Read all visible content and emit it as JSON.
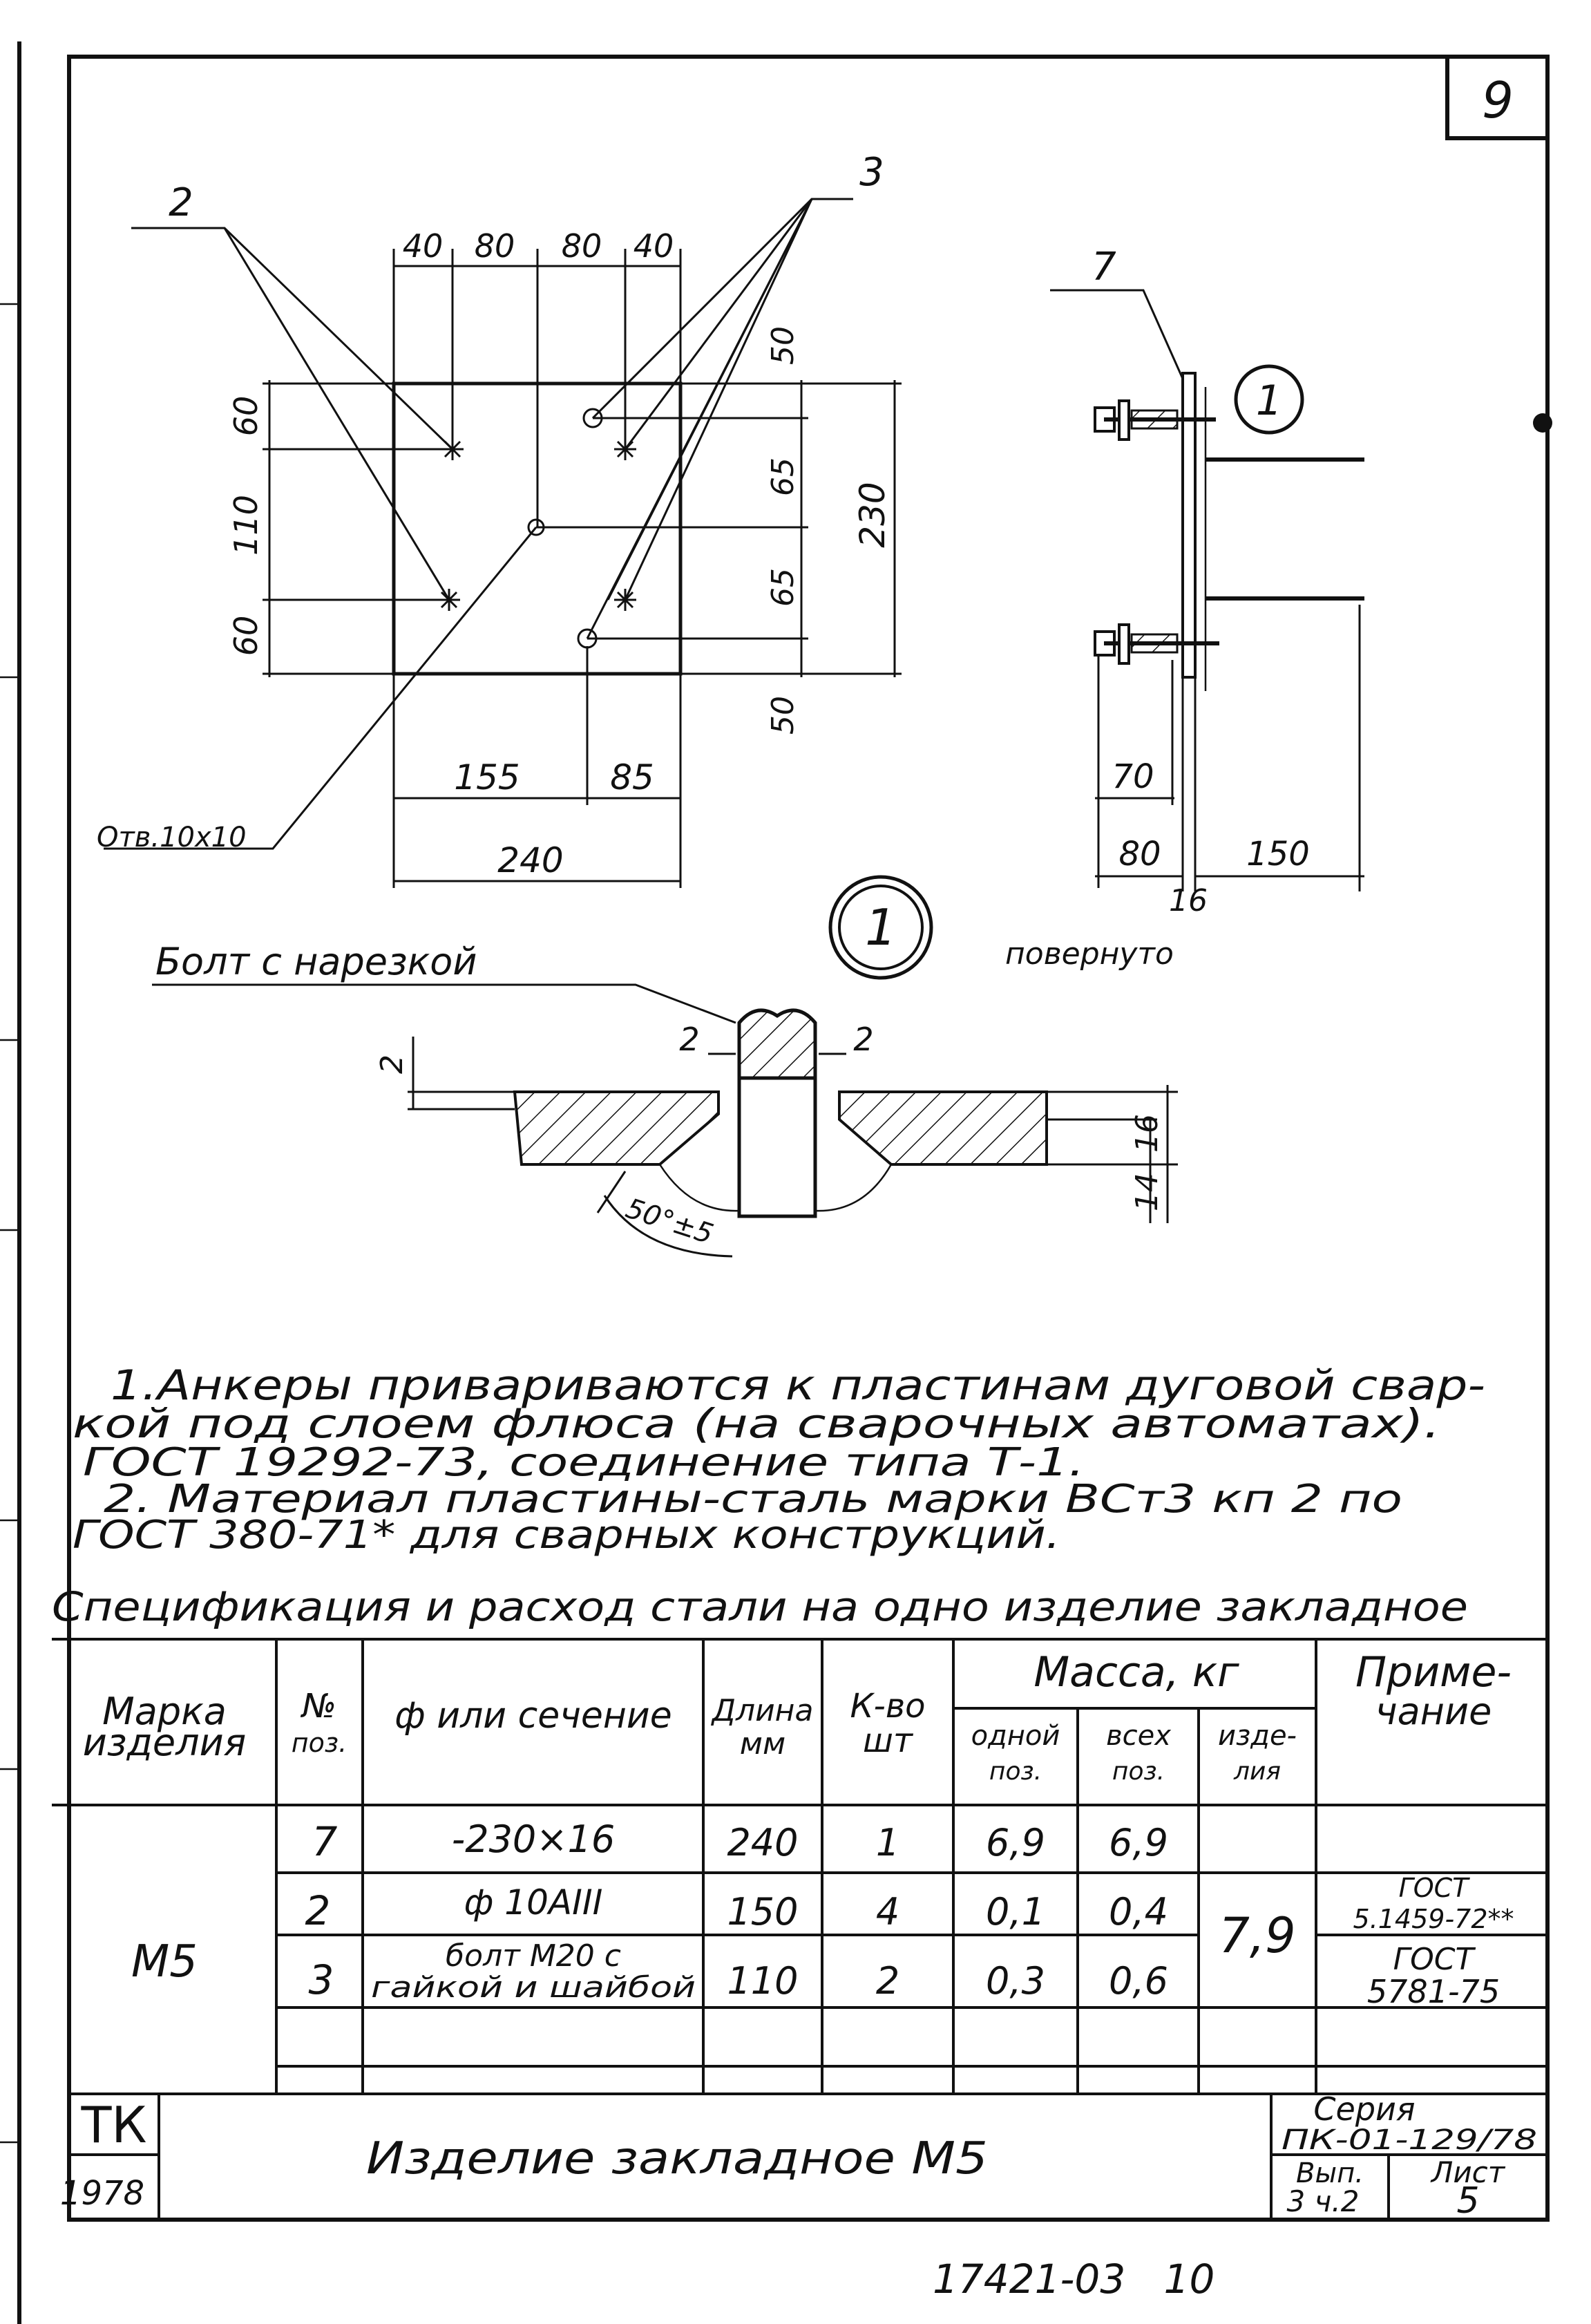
{
  "sheet_number": "9",
  "plan": {
    "leader_2": "2",
    "leader_3": "3",
    "dims_top": [
      "40",
      "80",
      "80",
      "40"
    ],
    "dims_left": [
      "60",
      "110",
      "60"
    ],
    "dims_right": [
      "50",
      "65",
      "65",
      "50"
    ],
    "dim_total_height": "230",
    "dims_bottom": [
      "155",
      "85"
    ],
    "dim_total_width": "240",
    "hole_note": "Отв.10х10"
  },
  "side_view": {
    "leader_7": "7",
    "callout": "1",
    "dim_70": "70",
    "dim_80": "80",
    "dim_150": "150",
    "dim_16": "16",
    "rotated": "повернуто"
  },
  "detail": {
    "callout": "1",
    "label": "Болт с нарезкой",
    "gap_left": "2",
    "gap_right": "2",
    "dim_2": "2",
    "dim_14": "14",
    "dim_16": "16",
    "angle": "50°±5"
  },
  "notes": [
    "1.Анкеры привариваются к пластинам дуговой свар-",
    "кой под слоем флюса (на сварочных автоматах).",
    "ГОСТ 19292-73,   соединение   типа  Т-1.",
    "2. Материал пластины-сталь марки ВСт3 кп 2   по",
    "ГОСТ 380-71* для сварных конструкций."
  ],
  "spec_title": "Спецификация  и расход стали на одно изделие закладное",
  "table": {
    "headers": {
      "mark": [
        "Марка",
        "изделия"
      ],
      "pos": [
        "№",
        "поз."
      ],
      "section": "ф или сечение",
      "length": [
        "Длина",
        "мм"
      ],
      "qty": [
        "К-во",
        "шт"
      ],
      "mass": "Масса, кг",
      "mass_one": [
        "одной",
        "поз."
      ],
      "mass_all": [
        "всех",
        "поз."
      ],
      "mass_item": [
        "изде-",
        "лия"
      ],
      "note": [
        "Приме-",
        "чание"
      ]
    },
    "mark": "М5",
    "total_mass": "7,9",
    "rows": [
      {
        "pos": "7",
        "section": [
          "-230×16"
        ],
        "length": "240",
        "qty": "1",
        "one": "6,9",
        "all": "6,9",
        "note": []
      },
      {
        "pos": "2",
        "section": [
          "ф 10АIII"
        ],
        "length": "150",
        "qty": "4",
        "one": "0,1",
        "all": "0,4",
        "note": [
          "ГОСТ",
          "5.1459-72**"
        ]
      },
      {
        "pos": "3",
        "section": [
          "болт М20 с",
          "гайкой и шайбой"
        ],
        "length": "110",
        "qty": "2",
        "one": "0,3",
        "all": "0,6",
        "note": [
          "ГОСТ",
          "5781-75"
        ]
      }
    ]
  },
  "title_block": {
    "org": "ТК",
    "year": "1978",
    "title": "Изделие закладное М5",
    "series_label": "Серия",
    "series": "ПК-01-129/78",
    "issue_label": "Вып.",
    "issue": "3 ч.2",
    "sheet_label": "Лист",
    "sheet": "5"
  },
  "archive_number": "17421-03   10"
}
